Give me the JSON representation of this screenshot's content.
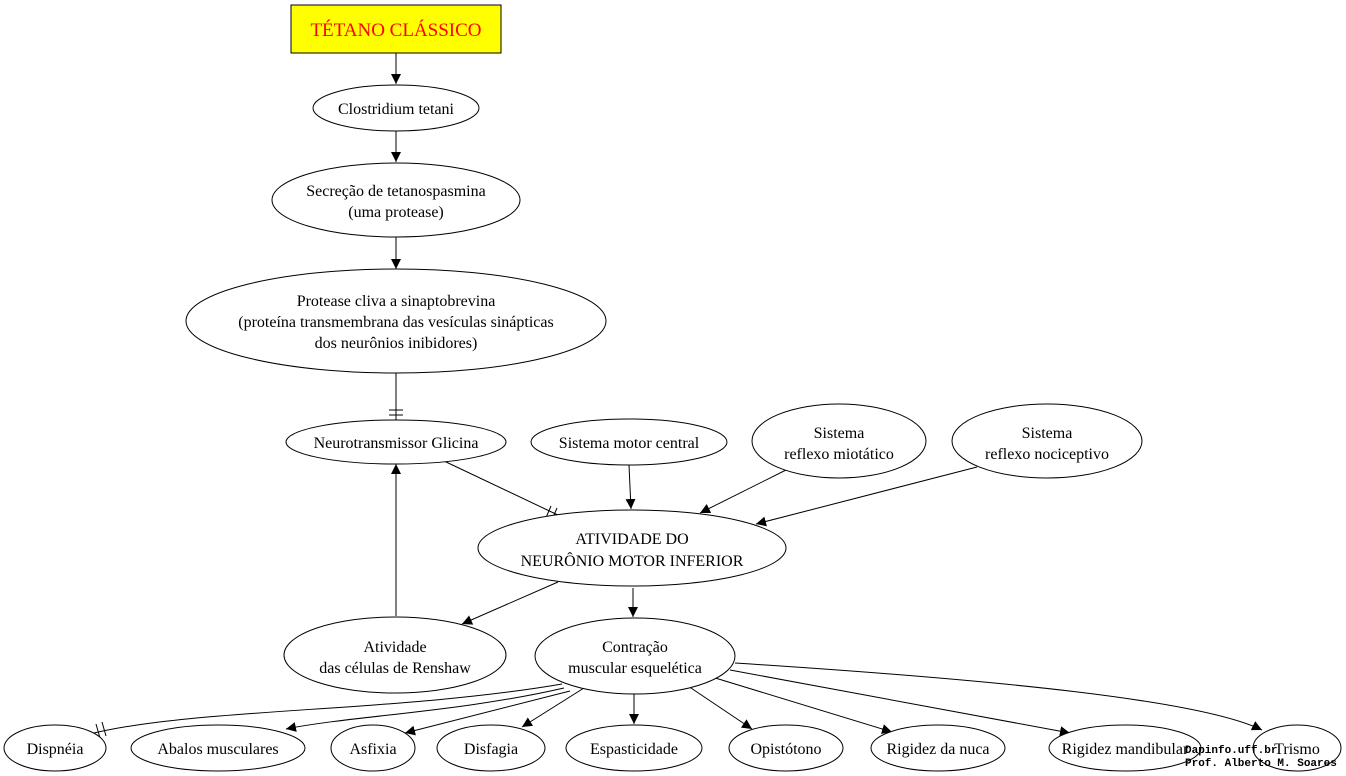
{
  "title": "TÉTANO CLÁSSICO",
  "nodes": {
    "clostridium": [
      "Clostridium tetani"
    ],
    "secrecao": [
      "Secreção de tetanospasmina",
      "(uma protease)"
    ],
    "protease": [
      "Protease cliva a sinaptobrevina",
      "(proteína transmembrana das vesículas sinápticas",
      "dos neurônios inibidores)"
    ],
    "glicina": [
      "Neurotransmissor Glicina"
    ],
    "motor_central": [
      "Sistema motor central"
    ],
    "miotatico": [
      "Sistema",
      "reflexo miotático"
    ],
    "nociceptivo": [
      "Sistema",
      "reflexo nociceptivo"
    ],
    "atividade": [
      "ATIVIDADE DO",
      "NEURÔNIO MOTOR INFERIOR"
    ],
    "renshaw": [
      "Atividade",
      "das células de Renshaw"
    ],
    "contracao": [
      "Contração",
      "muscular esquelética"
    ],
    "dispneia": [
      "Dispnéia"
    ],
    "abalos": [
      "Abalos musculares"
    ],
    "asfixia": [
      "Asfixia"
    ],
    "disfagia": [
      "Disfagia"
    ],
    "espasticidade": [
      "Espasticidade"
    ],
    "opistotono": [
      "Opistótono"
    ],
    "nuca": [
      "Rigidez da nuca"
    ],
    "mandibular": [
      "Rigidez mandibular"
    ],
    "trismo": [
      "Trismo"
    ]
  },
  "credit": {
    "line1": "Dapinfo.uff.br",
    "line2": "Prof. Alberto M. Soares"
  },
  "colors": {
    "title_bg": "#ffff00",
    "title_text": "#ff0000",
    "line": "#000000"
  }
}
